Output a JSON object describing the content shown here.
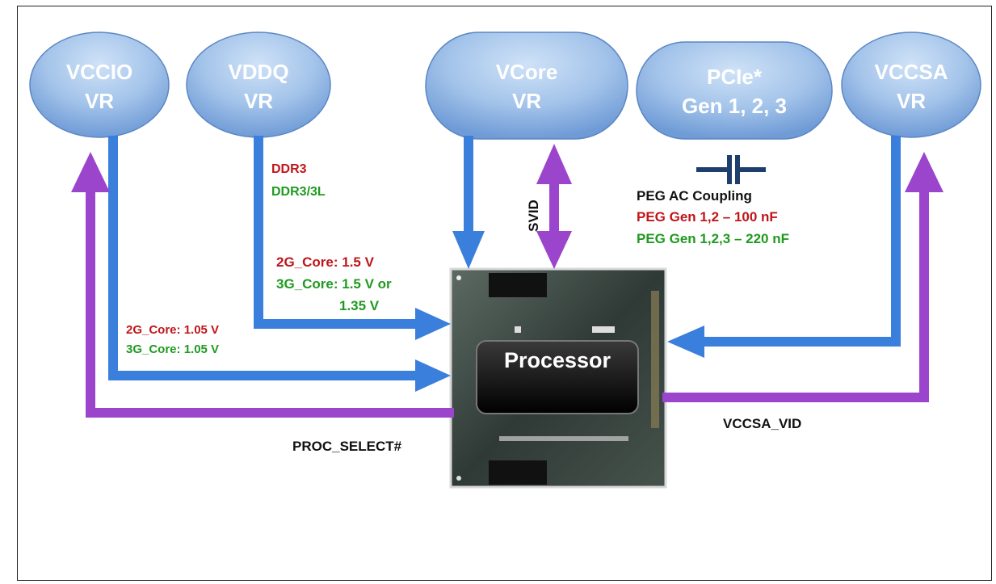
{
  "regulators": {
    "vccio": {
      "line1": "VCCIO",
      "line2": "VR"
    },
    "vddq": {
      "line1": "VDDQ",
      "line2": "VR"
    },
    "vcore": {
      "line1": "VCore",
      "line2": "VR"
    },
    "pcie": {
      "line1": "PCIe*",
      "line2": "Gen 1, 2, 3"
    },
    "vccsa": {
      "line1": "VCCSA",
      "line2": "VR"
    }
  },
  "labels": {
    "ddr3": "DDR3",
    "ddr3l": "DDR3/3L",
    "svid": "SVID",
    "peg_title": "PEG AC Coupling",
    "peg_gen12": "PEG Gen 1,2 – 100 nF",
    "peg_gen123": "PEG Gen 1,2,3 – 220 nF",
    "vddq_2g": "2G_Core:  1.5 V",
    "vddq_3g_a": "3G_Core: 1.5 V or",
    "vddq_3g_b": "1.35 V",
    "vccio_2g": "2G_Core: 1.05 V",
    "vccio_3g": "3G_Core: 1.05 V",
    "proc_select": "PROC_SELECT#",
    "vccsa_vid": "VCCSA_VID",
    "processor": "Processor"
  },
  "colors": {
    "blue_arrow": "#3a7fdc",
    "purple_arrow": "#9b45cc",
    "red_text": "#c0151a",
    "green_text": "#1f9a1f",
    "capacitor": "#1e3f6e",
    "bubble": "#a9c8ec"
  }
}
